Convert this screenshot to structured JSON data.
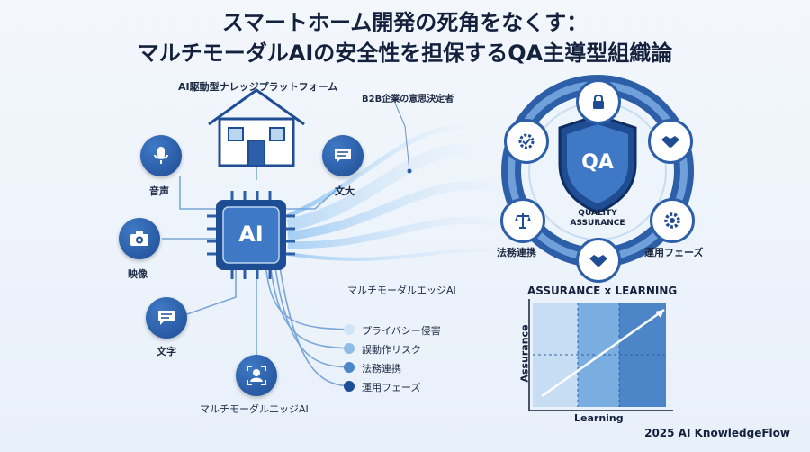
{
  "title": {
    "line1": "スマートホーム開発の死角をなくす：",
    "line2": "マルチモーダルAIの安全性を担保するQA主導型組織論"
  },
  "left": {
    "platform_label": "AI駆動型ナレッジプラットフォーム",
    "b2b_label": "B2B企業の意思決定者",
    "hub_label": "AI",
    "hub_caption": "マルチモーダルエッジAI",
    "bottom_caption": "マルチモーダルエッジAI",
    "inputs": [
      {
        "label": "音声",
        "icon": "microphone-icon"
      },
      {
        "label": "文大",
        "icon": "chat-icon"
      },
      {
        "label": "映像",
        "icon": "camera-icon"
      },
      {
        "label": "文字",
        "icon": "message-icon"
      }
    ],
    "legend": [
      {
        "label": "プライバシー侵害",
        "color": "#cfe4f6"
      },
      {
        "label": "誤動作リスク",
        "color": "#8dbce6"
      },
      {
        "label": "法務連携",
        "color": "#4a86c8"
      },
      {
        "label": "運用フェーズ",
        "color": "#1f4d94"
      }
    ]
  },
  "qa": {
    "badge": "QA",
    "caption_line1": "QUALITY",
    "caption_line2": "ASSURANCE",
    "left_label": "法務連携",
    "right_label": "運用フェーズ",
    "icons": [
      "lock-icon",
      "gear-check-icon",
      "handshake-icon",
      "scales-icon",
      "gear-icon",
      "handshake-icon"
    ]
  },
  "chart_data": {
    "type": "line",
    "title": "ASSURANCE x LEARNING",
    "xlabel": "Learning",
    "ylabel": "Assurance",
    "trend": "increasing"
  },
  "footer": "2025 AI KnowledgeFlow",
  "colors": {
    "primary": "#1f4d94",
    "accent": "#3f79c6",
    "light": "#cfe4f6"
  }
}
